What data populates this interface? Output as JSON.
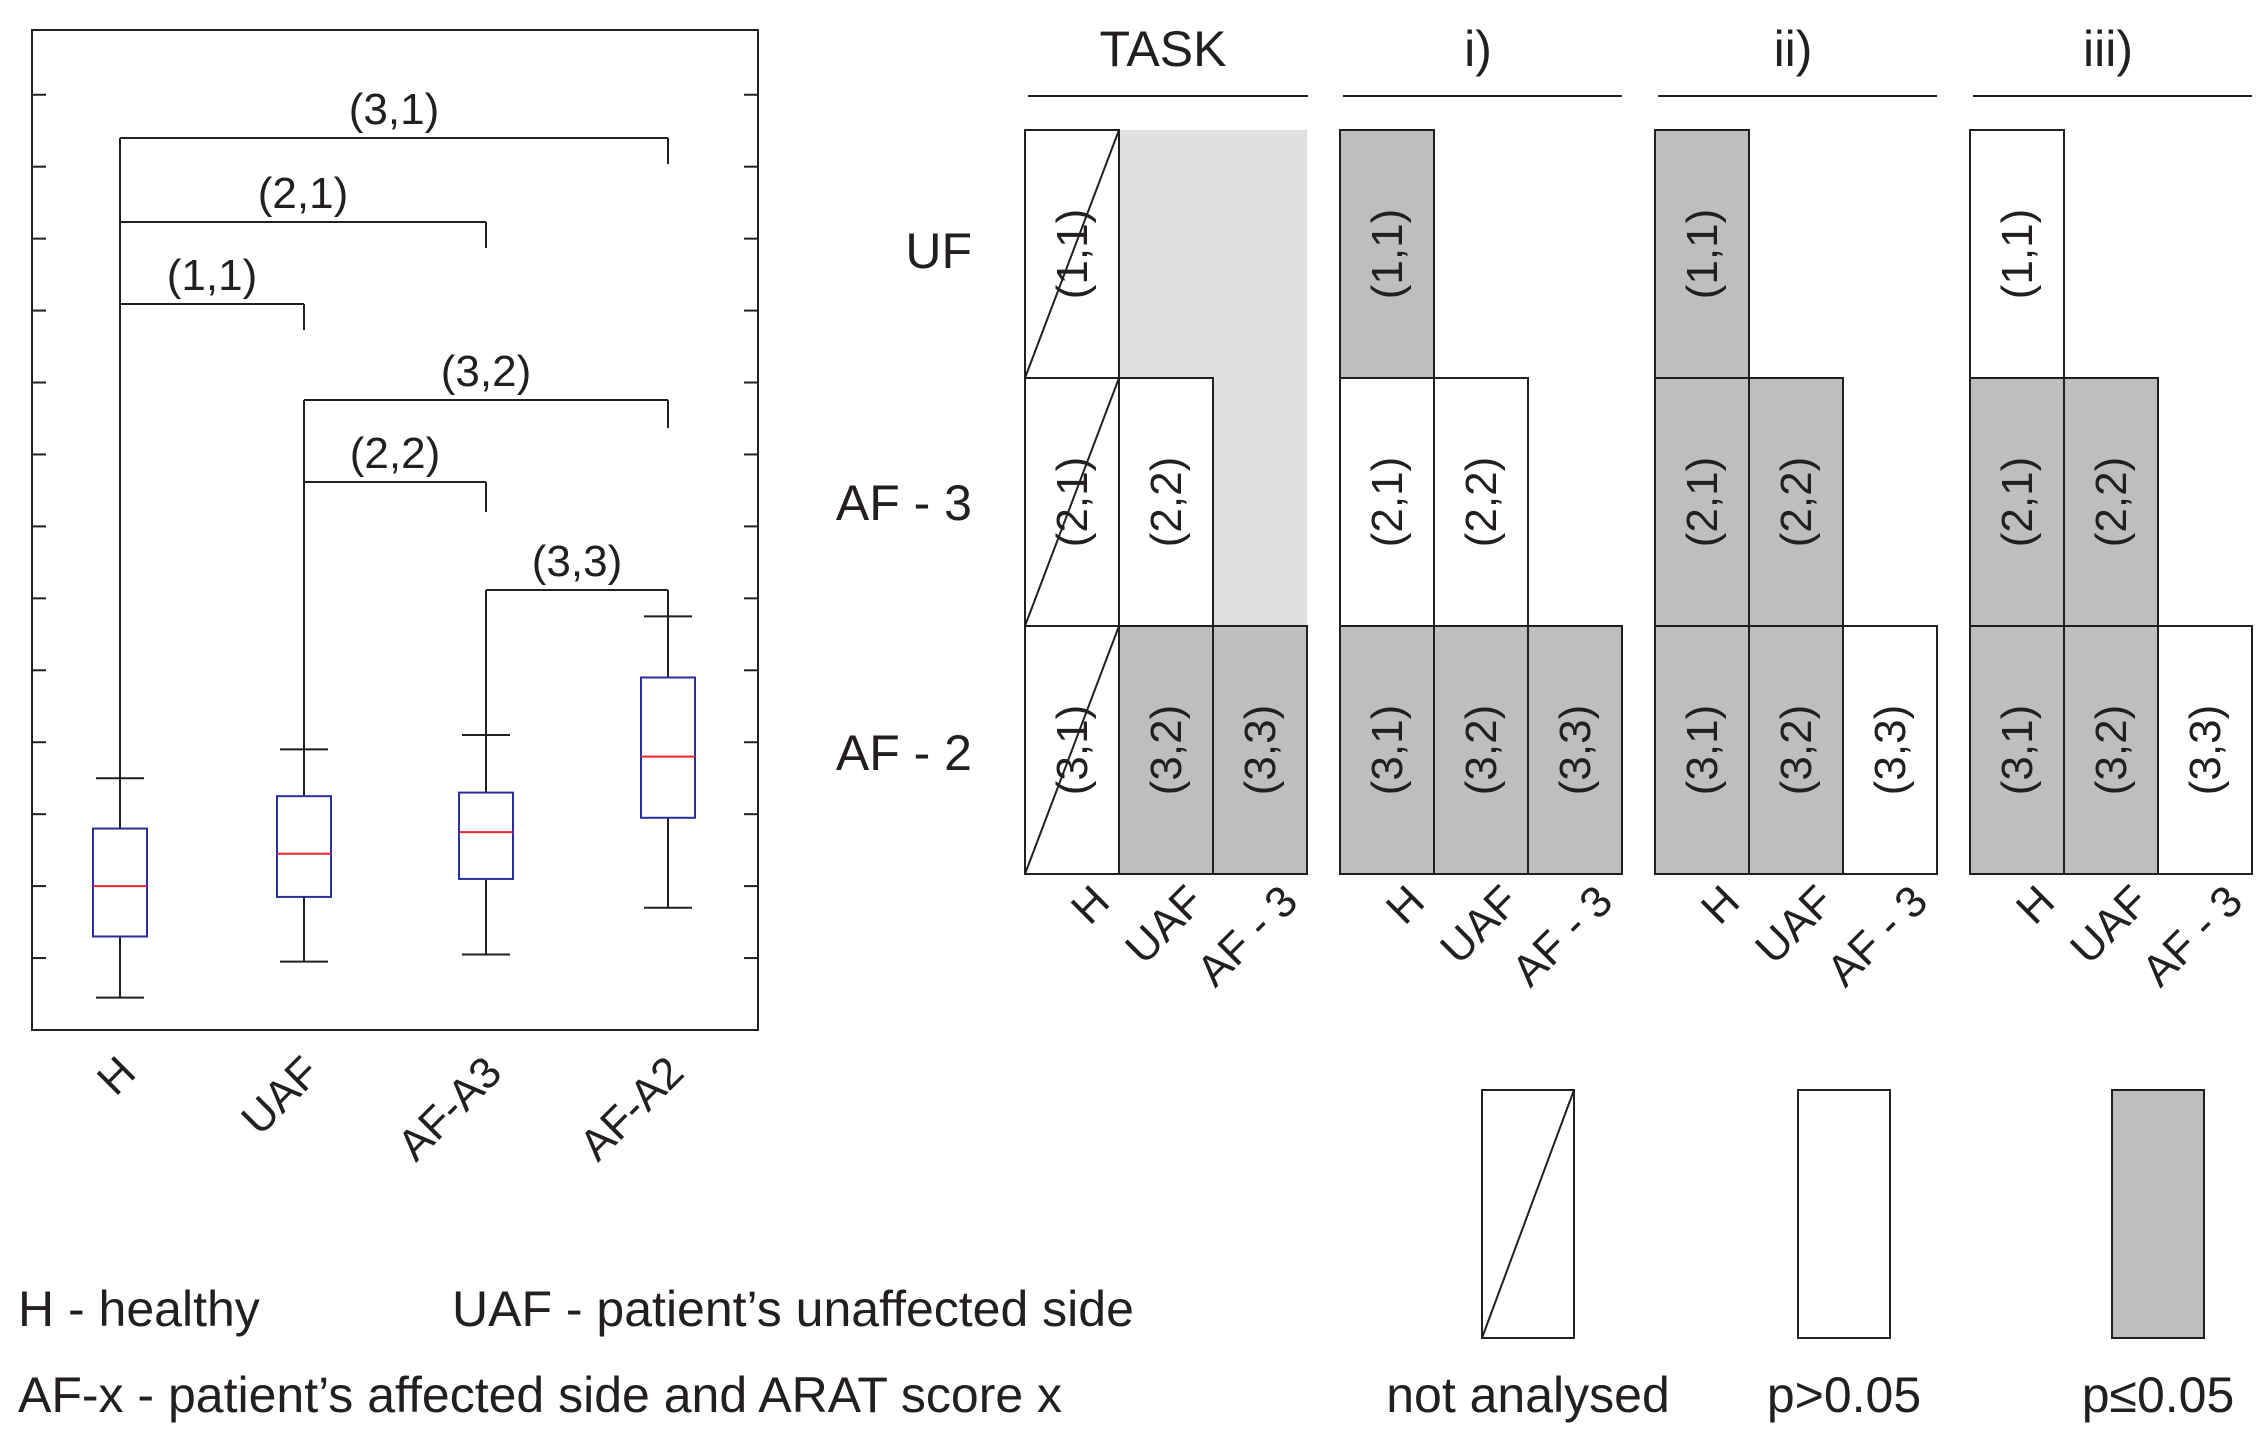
{
  "chart_data": [
    {
      "type": "box",
      "categories": [
        "H",
        "UAF",
        "AF-A3",
        "AF-A2"
      ],
      "series": [
        {
          "boxes": [
            {
              "whisker_low": 0.45,
              "q1": 1.3,
              "median": 2.0,
              "q3": 2.8,
              "whisker_high": 3.5
            },
            {
              "whisker_low": 0.95,
              "q1": 1.85,
              "median": 2.45,
              "q3": 3.25,
              "whisker_high": 3.9
            },
            {
              "whisker_low": 1.05,
              "q1": 2.1,
              "median": 2.75,
              "q3": 3.3,
              "whisker_high": 4.1
            },
            {
              "whisker_low": 1.7,
              "q1": 2.95,
              "median": 3.8,
              "q3": 4.9,
              "whisker_high": 5.75
            }
          ]
        }
      ],
      "ylim": [
        0,
        13.9
      ],
      "yticks": [
        1,
        2,
        3,
        4,
        5,
        6,
        7,
        8,
        9,
        10,
        11,
        12,
        13
      ],
      "box_color": "#2b2f9e",
      "median_color": "#e8262f",
      "comparisons": [
        {
          "label": "(3,1)",
          "from": "H",
          "to": "AF-A2"
        },
        {
          "label": "(2,1)",
          "from": "H",
          "to": "AF-A3"
        },
        {
          "label": "(1,1)",
          "from": "H",
          "to": "UAF"
        },
        {
          "label": "(3,2)",
          "from": "UAF",
          "to": "AF-A2"
        },
        {
          "label": "(2,2)",
          "from": "UAF",
          "to": "AF-A3"
        },
        {
          "label": "(3,3)",
          "from": "AF-A3",
          "to": "AF-A2"
        }
      ]
    },
    {
      "type": "heatmap",
      "panels": [
        {
          "title": "TASK",
          "cells": [
            [
              "not analysed",
              "light",
              "light"
            ],
            [
              "not analysed",
              "p>0.05",
              "light"
            ],
            [
              "not analysed",
              "p≤0.05",
              "p≤0.05"
            ]
          ]
        },
        {
          "title": "i)",
          "cells": [
            [
              "p≤0.05",
              null,
              null
            ],
            [
              "p>0.05",
              "p>0.05",
              null
            ],
            [
              "p≤0.05",
              "p≤0.05",
              "p≤0.05"
            ]
          ]
        },
        {
          "title": "ii)",
          "cells": [
            [
              "p≤0.05",
              null,
              null
            ],
            [
              "p≤0.05",
              "p≤0.05",
              null
            ],
            [
              "p≤0.05",
              "p≤0.05",
              "p>0.05"
            ]
          ]
        },
        {
          "title": "iii)",
          "cells": [
            [
              "p>0.05",
              null,
              null
            ],
            [
              "p≤0.05",
              "p≤0.05",
              null
            ],
            [
              "p≤0.05",
              "p≤0.05",
              "p>0.05"
            ]
          ]
        }
      ],
      "row_labels": [
        "UF",
        "AF - 3",
        "AF - 2"
      ],
      "col_labels": [
        "H",
        "UAF",
        "AF - 3"
      ],
      "cell_labels": [
        [
          "(1,1)",
          null,
          null
        ],
        [
          "(2,1)",
          "(2,2)",
          null
        ],
        [
          "(3,1)",
          "(3,2)",
          "(3,3)"
        ]
      ]
    }
  ],
  "legend": {
    "items": [
      {
        "key": "not analysed",
        "label": "not analysed"
      },
      {
        "key": "p>0.05",
        "label": "p>0.05"
      },
      {
        "key": "p≤0.05",
        "label": "p≤0.05"
      }
    ]
  },
  "notes": {
    "healthy": "H - healthy",
    "unaffected": "UAF - patient’s unaffected side",
    "affected": "AF-x - patient’s affected side and ARAT score x"
  },
  "colors": {
    "significant": "#bcbec0",
    "not_significant": "#ffffff",
    "not_analysed_bg": "#e0e0e2",
    "text": "#231f20"
  }
}
